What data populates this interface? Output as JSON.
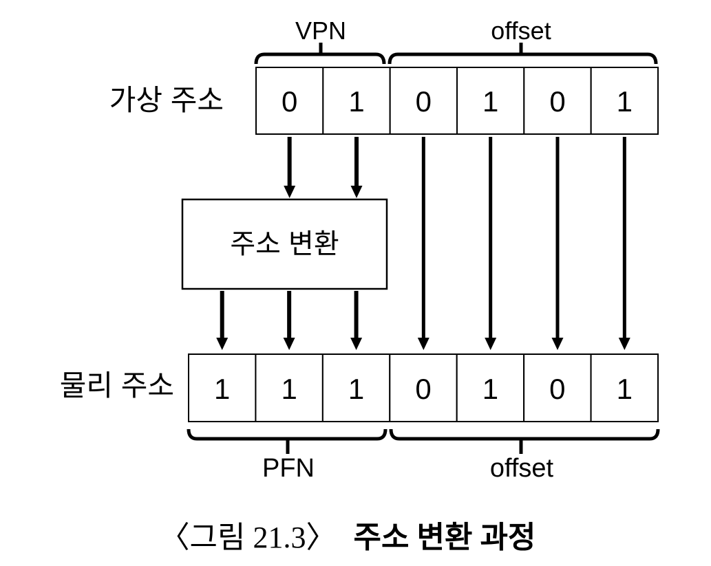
{
  "figure_caption": {
    "prefix": "〈그림 21.3〉",
    "title": "주소 변환 과정"
  },
  "virtual_address": {
    "row_label": "가상 주소",
    "bits": [
      "0",
      "1",
      "0",
      "1",
      "0",
      "1"
    ],
    "vpn_field_label": "VPN",
    "offset_field_label": "offset"
  },
  "translation_box": {
    "label": "주소 변환"
  },
  "physical_address": {
    "row_label": "물리 주소",
    "bits": [
      "1",
      "1",
      "1",
      "0",
      "1",
      "0",
      "1"
    ],
    "pfn_field_label": "PFN",
    "offset_field_label": "offset"
  },
  "colors": {
    "ink": "#000000",
    "background": "#ffffff"
  }
}
